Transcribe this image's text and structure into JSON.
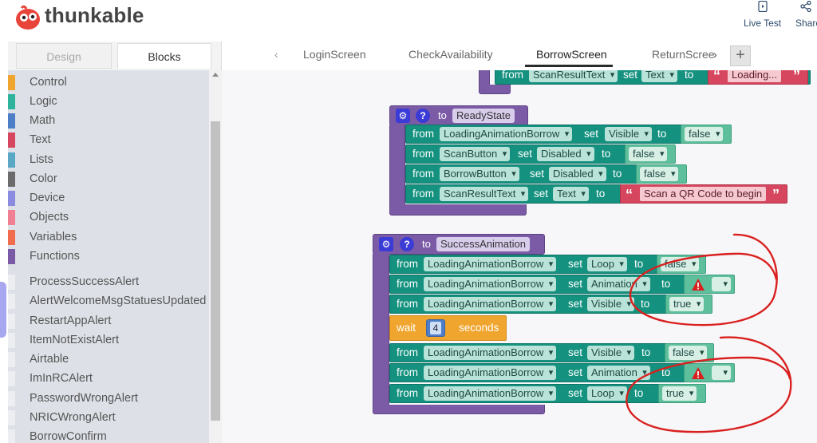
{
  "app": {
    "brand": "thunkable",
    "live_test_label": "Live Test",
    "share_label": "Share"
  },
  "panel": {
    "tabs": [
      {
        "label": "Design",
        "active": false
      },
      {
        "label": "Blocks",
        "active": true
      }
    ],
    "categories": [
      {
        "label": "Control",
        "color": "#f0a52f"
      },
      {
        "label": "Logic",
        "color": "#2fb39c"
      },
      {
        "label": "Math",
        "color": "#4f7ec9"
      },
      {
        "label": "Text",
        "color": "#d7465f"
      },
      {
        "label": "Lists",
        "color": "#5aa7c6"
      },
      {
        "label": "Color",
        "color": "#6b6b6b"
      },
      {
        "label": "Device",
        "color": "#8b8be0"
      },
      {
        "label": "Objects",
        "color": "#f07f94"
      },
      {
        "label": "Variables",
        "color": "#f26d4e"
      },
      {
        "label": "Functions",
        "color": "#7b5ba6"
      }
    ],
    "functions": [
      "ProcessSuccessAlert",
      "AlertWelcomeMsgStatuesUpdated",
      "RestartAppAlert",
      "ItemNotExistAlert",
      "Airtable",
      "ImInRCAlert",
      "PasswordWrongAlert",
      "NRICWrongAlert",
      "BorrowConfirm"
    ]
  },
  "screens": {
    "tabs": [
      "LoginScreen",
      "CheckAvailability",
      "BorrowScreen",
      "ReturnScree"
    ],
    "active": "BorrowScreen"
  },
  "workspace": {
    "kw_from": "from",
    "kw_set": "set",
    "kw_to": "to",
    "top_partial": {
      "component": "ScanResultText",
      "property": "Text",
      "value": "Loading..."
    },
    "ready_state": {
      "name": "ReadyState",
      "rows": [
        {
          "component": "LoadingAnimationBorrow",
          "property": "Visible",
          "value": "false"
        },
        {
          "component": "ScanButton",
          "property": "Disabled",
          "value": "false"
        },
        {
          "component": "BorrowButton",
          "property": "Disabled",
          "value": "false"
        },
        {
          "component": "ScanResultText",
          "property": "Text",
          "value": "Scan a QR Code to begin"
        }
      ]
    },
    "success_animation": {
      "name": "SuccessAnimation",
      "rows_before": [
        {
          "component": "LoadingAnimationBorrow",
          "property": "Loop",
          "value": "false"
        },
        {
          "component": "LoadingAnimationBorrow",
          "property": "Animation",
          "value": ""
        },
        {
          "component": "LoadingAnimationBorrow",
          "property": "Visible",
          "value": "true"
        }
      ],
      "wait": {
        "label": "wait",
        "seconds": "4",
        "unit": "seconds"
      },
      "rows_after": [
        {
          "component": "LoadingAnimationBorrow",
          "property": "Visible",
          "value": "false"
        },
        {
          "component": "LoadingAnimationBorrow",
          "property": "Animation",
          "value": ""
        },
        {
          "component": "LoadingAnimationBorrow",
          "property": "Loop",
          "value": "true"
        }
      ]
    }
  },
  "colors": {
    "logic_green": "#14917f",
    "procedure_purple": "#7b5ba6",
    "wait_orange": "#f0a52f",
    "annotation_red": "#d9201f"
  }
}
